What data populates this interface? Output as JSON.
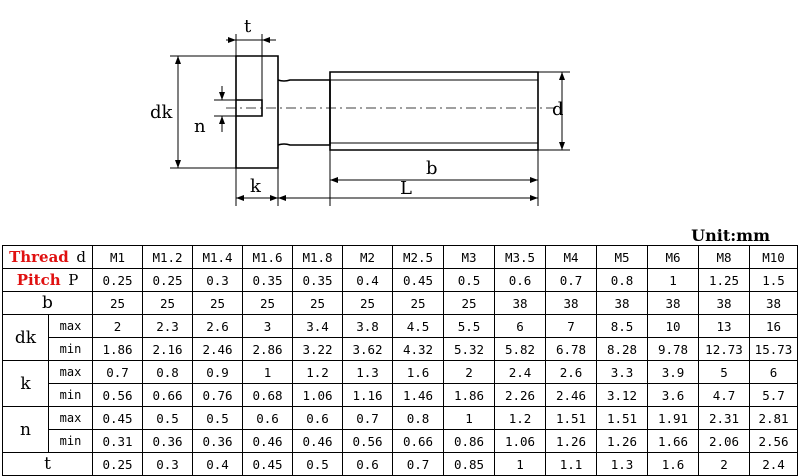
{
  "drawing": {
    "labels": {
      "t": "t",
      "dk": "dk",
      "n": "n",
      "d": "d",
      "k": "k",
      "b": "b",
      "L": "L"
    }
  },
  "unit_label": "Unit:mm",
  "table": {
    "thread_label": "Thread",
    "thread_symbol": "d",
    "pitch_label": "Pitch",
    "pitch_symbol": "P",
    "sizes": [
      "M1",
      "M1.2",
      "M1.4",
      "M1.6",
      "M1.8",
      "M2",
      "M2.5",
      "M3",
      "M3.5",
      "M4",
      "M5",
      "M6",
      "M8",
      "M10"
    ],
    "pitch": [
      "0.25",
      "0.25",
      "0.3",
      "0.35",
      "0.35",
      "0.4",
      "0.45",
      "0.5",
      "0.6",
      "0.7",
      "0.8",
      "1",
      "1.25",
      "1.5"
    ],
    "b_label": "b",
    "b": [
      "25",
      "25",
      "25",
      "25",
      "25",
      "25",
      "25",
      "25",
      "38",
      "38",
      "38",
      "38",
      "38",
      "38"
    ],
    "dk_label": "dk",
    "dk_max": [
      "2",
      "2.3",
      "2.6",
      "3",
      "3.4",
      "3.8",
      "4.5",
      "5.5",
      "6",
      "7",
      "8.5",
      "10",
      "13",
      "16"
    ],
    "dk_min": [
      "1.86",
      "2.16",
      "2.46",
      "2.86",
      "3.22",
      "3.62",
      "4.32",
      "5.32",
      "5.82",
      "6.78",
      "8.28",
      "9.78",
      "12.73",
      "15.73"
    ],
    "k_label": "k",
    "k_max": [
      "0.7",
      "0.8",
      "0.9",
      "1",
      "1.2",
      "1.3",
      "1.6",
      "2",
      "2.4",
      "2.6",
      "3.3",
      "3.9",
      "5",
      "6"
    ],
    "k_min": [
      "0.56",
      "0.66",
      "0.76",
      "0.68",
      "1.06",
      "1.16",
      "1.46",
      "1.86",
      "2.26",
      "2.46",
      "3.12",
      "3.6",
      "4.7",
      "5.7"
    ],
    "n_label": "n",
    "n_max": [
      "0.45",
      "0.5",
      "0.5",
      "0.6",
      "0.6",
      "0.7",
      "0.8",
      "1",
      "1.2",
      "1.51",
      "1.51",
      "1.91",
      "2.31",
      "2.81"
    ],
    "n_min": [
      "0.31",
      "0.36",
      "0.36",
      "0.46",
      "0.46",
      "0.56",
      "0.66",
      "0.86",
      "1.06",
      "1.26",
      "1.26",
      "1.66",
      "2.06",
      "2.56"
    ],
    "t_label": "t",
    "t": [
      "0.25",
      "0.3",
      "0.4",
      "0.45",
      "0.5",
      "0.6",
      "0.7",
      "0.85",
      "1",
      "1.1",
      "1.3",
      "1.6",
      "2",
      "2.4"
    ],
    "max_label": "max",
    "min_label": "min"
  }
}
